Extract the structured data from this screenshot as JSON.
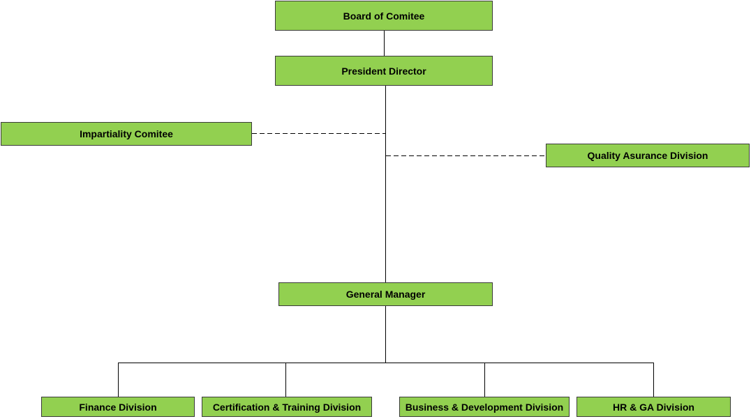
{
  "diagram": {
    "nodes": {
      "board": "Board of Comitee",
      "president": "President Director",
      "impartiality": "Impartiality Comitee",
      "quality": "Quality Asurance Division",
      "general_manager": "General Manager",
      "finance": "Finance Division",
      "certification": "Certification & Training Division",
      "business": "Business & Development Division",
      "hr": "HR & GA Division"
    },
    "colors": {
      "box_fill": "#92d050",
      "box_border": "#3a3a3a",
      "line": "#000000"
    }
  }
}
